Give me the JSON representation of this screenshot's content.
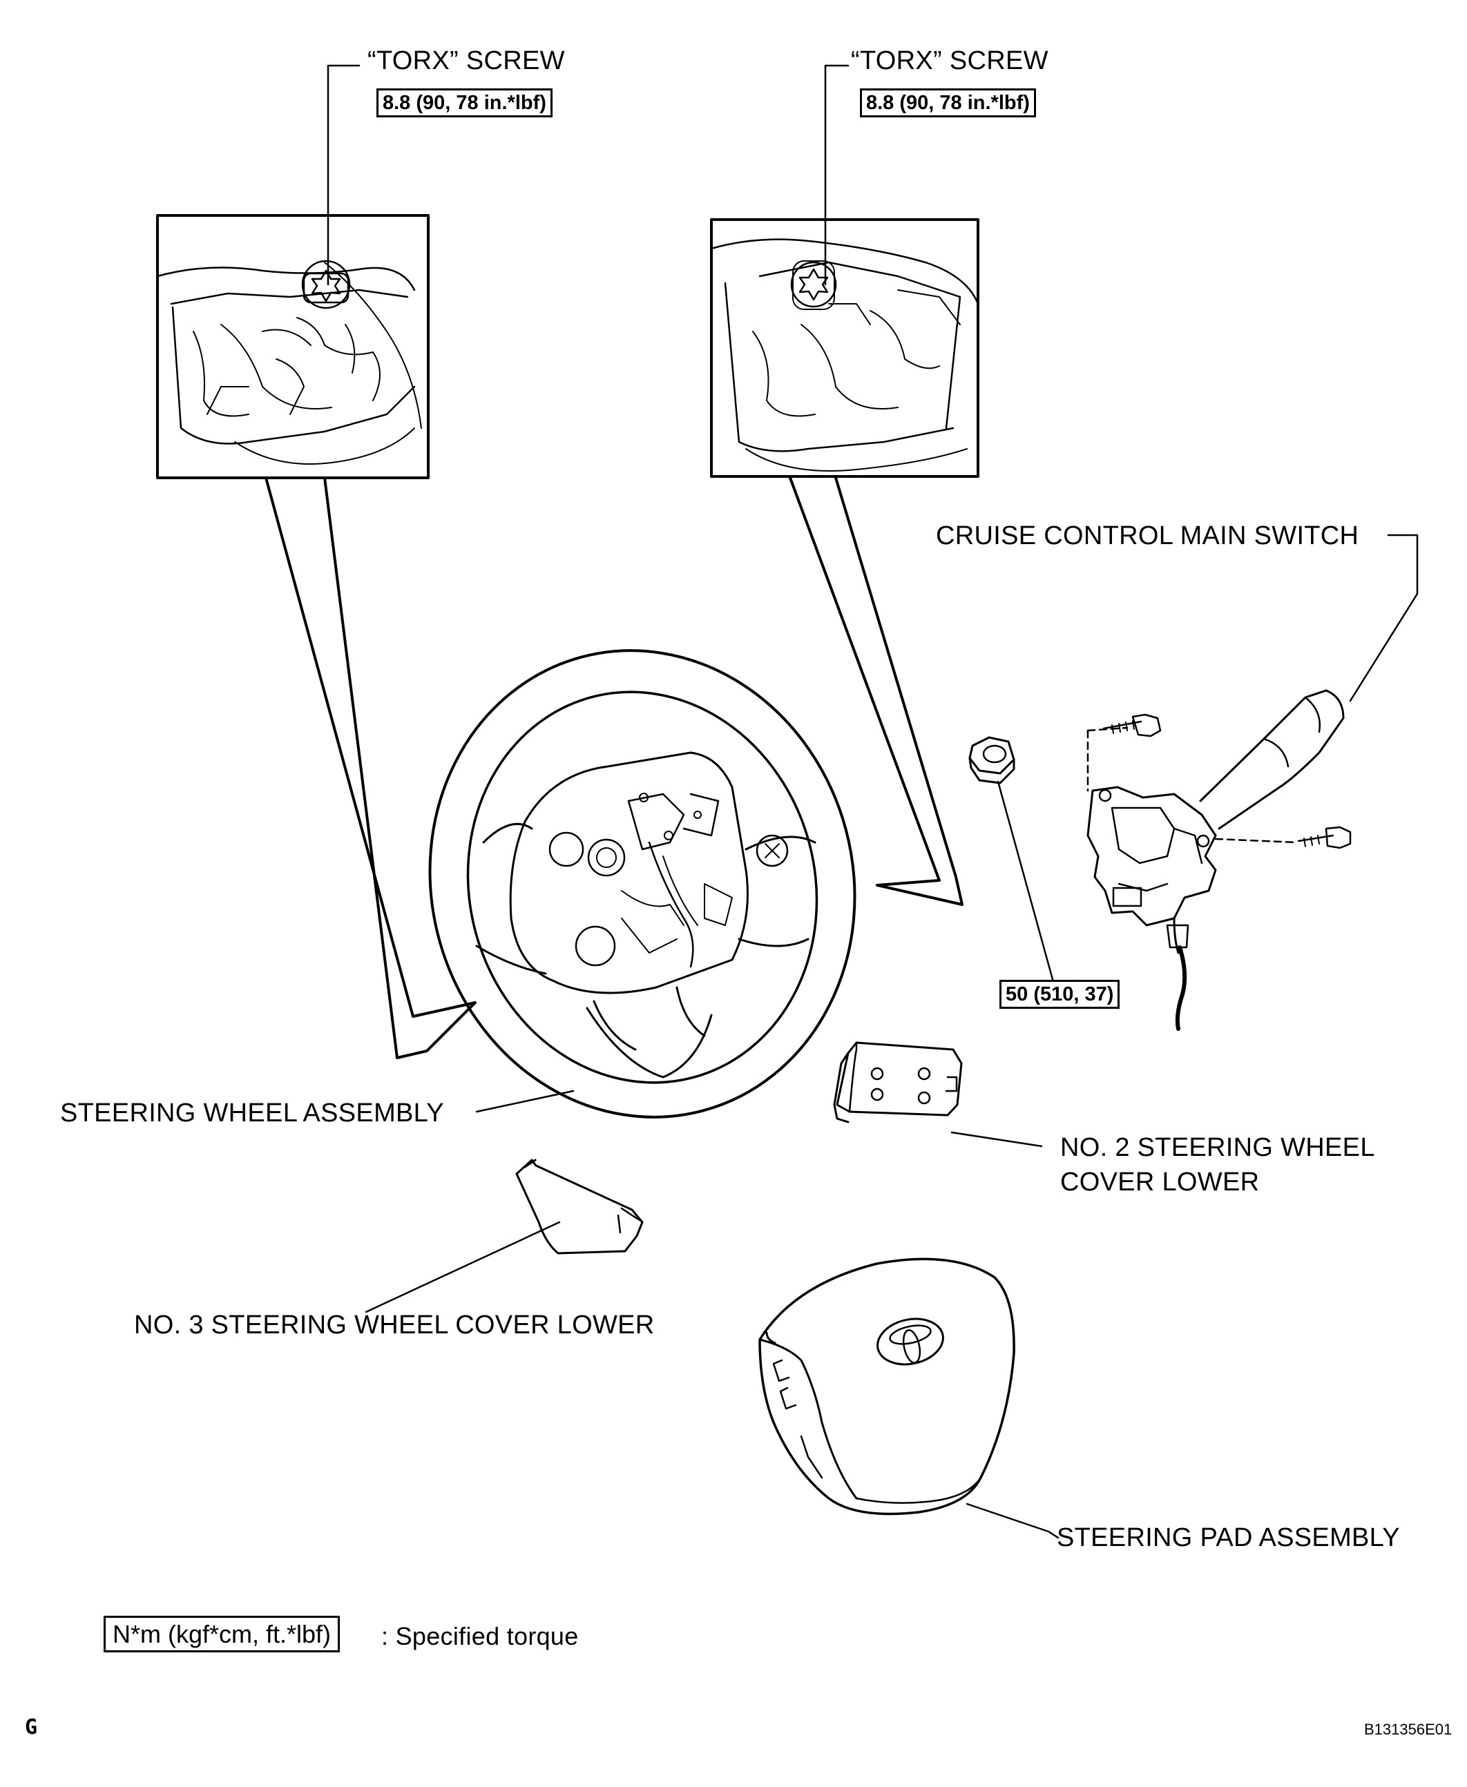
{
  "callouts": {
    "torx_left": {
      "label": "“TORX” SCREW",
      "torque": "8.8 (90, 78 in.*lbf)"
    },
    "torx_right": {
      "label": "“TORX” SCREW",
      "torque": "8.8 (90, 78 in.*lbf)"
    },
    "cruise_switch": "CRUISE CONTROL MAIN SWITCH",
    "nut_torque": "50 (510, 37)",
    "steering_wheel": "STEERING WHEEL ASSEMBLY",
    "no2_cover_line1": "NO. 2 STEERING WHEEL",
    "no2_cover_line2": "COVER LOWER",
    "no3_cover": "NO. 3 STEERING WHEEL COVER LOWER",
    "steering_pad": "STEERING PAD ASSEMBLY"
  },
  "legend": {
    "unit": "N*m (kgf*cm, ft.*lbf)",
    "description": ": Specified torque"
  },
  "footer": {
    "section_letter": "G",
    "figure_id": "B131356E01"
  },
  "icons": [
    "torx-screw-icon",
    "bolt-icon",
    "nut-icon",
    "toyota-emblem-icon"
  ]
}
